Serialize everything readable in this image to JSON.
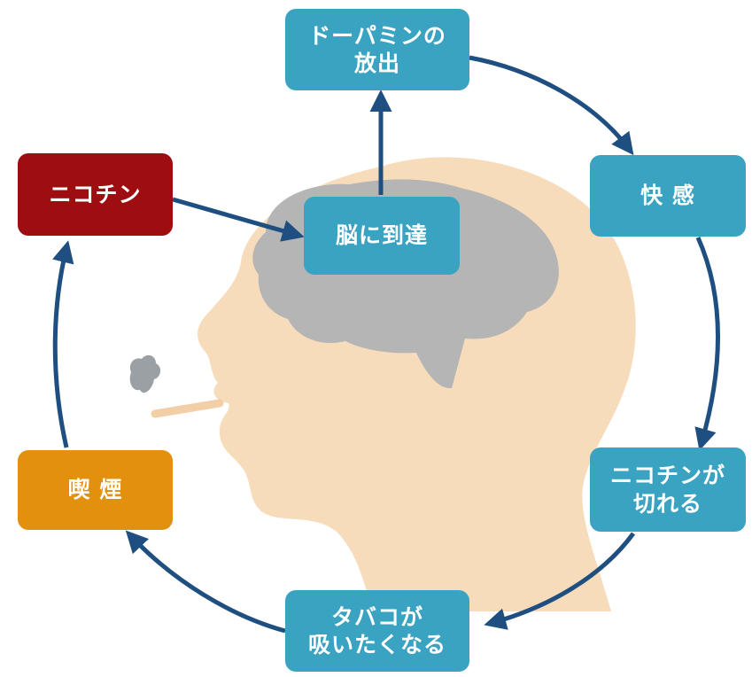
{
  "diagram": {
    "colors": {
      "box_teal": "#3aa3c2",
      "box_nicotine": "#9e0e10",
      "box_smoking": "#e3900e",
      "arrow": "#1e4f80",
      "head_skin": "#f7dcbc",
      "brain_gray": "#b5b5b5",
      "cigarette": "#f3cfa8",
      "smoke": "#9aa0a3"
    },
    "nodes": {
      "dopamine": "ドーパミンの\n放出",
      "pleasure": "快 感",
      "wears_off": "ニコチンが\n切れる",
      "craving": "タバコが\n吸いたくなる",
      "smoking": "喫 煙",
      "nicotine": "ニコチン",
      "reach_brain": "脳に到達"
    }
  }
}
